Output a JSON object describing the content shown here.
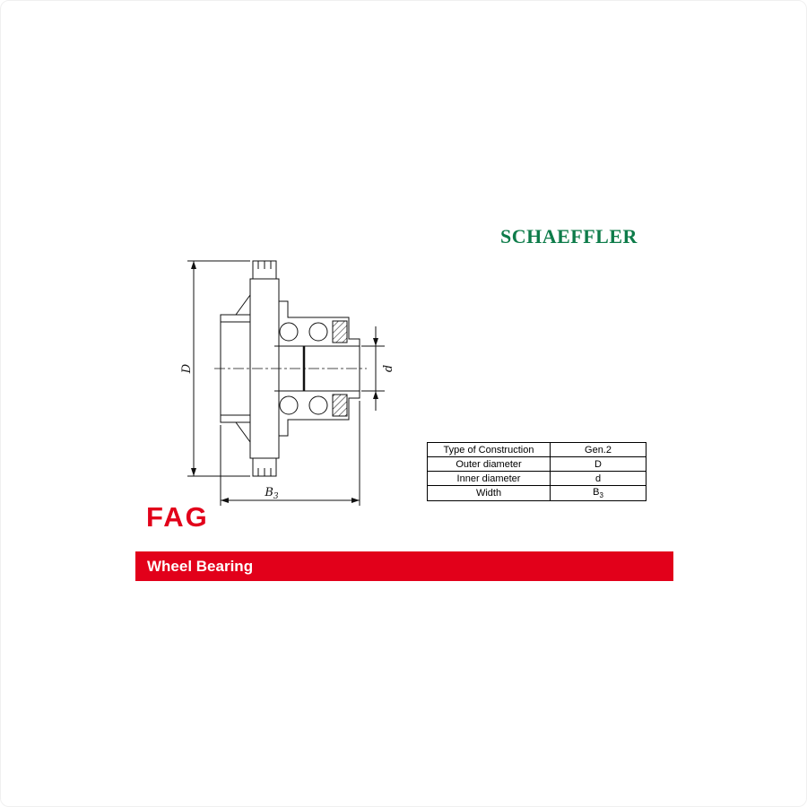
{
  "header": {
    "schaeffler_logo": "SCHAEFFLER"
  },
  "logos": {
    "fag": "FAG"
  },
  "banner": {
    "title": "Wheel Bearing"
  },
  "colors": {
    "schaeffler_green": "#0e7c4a",
    "fag_red": "#e2001a",
    "line_black": "#111111"
  },
  "spec_table": {
    "rows": [
      {
        "label": "Type of Construction",
        "value": "Gen.2"
      },
      {
        "label": "Outer diameter",
        "value": "D"
      },
      {
        "label": "Inner diameter",
        "value": "d"
      },
      {
        "label": "Width",
        "value": "B",
        "value_sub": "3"
      }
    ]
  },
  "drawing": {
    "outer_diameter_label": "D",
    "inner_diameter_label": "d",
    "width_label": "B",
    "width_sub": "3"
  }
}
